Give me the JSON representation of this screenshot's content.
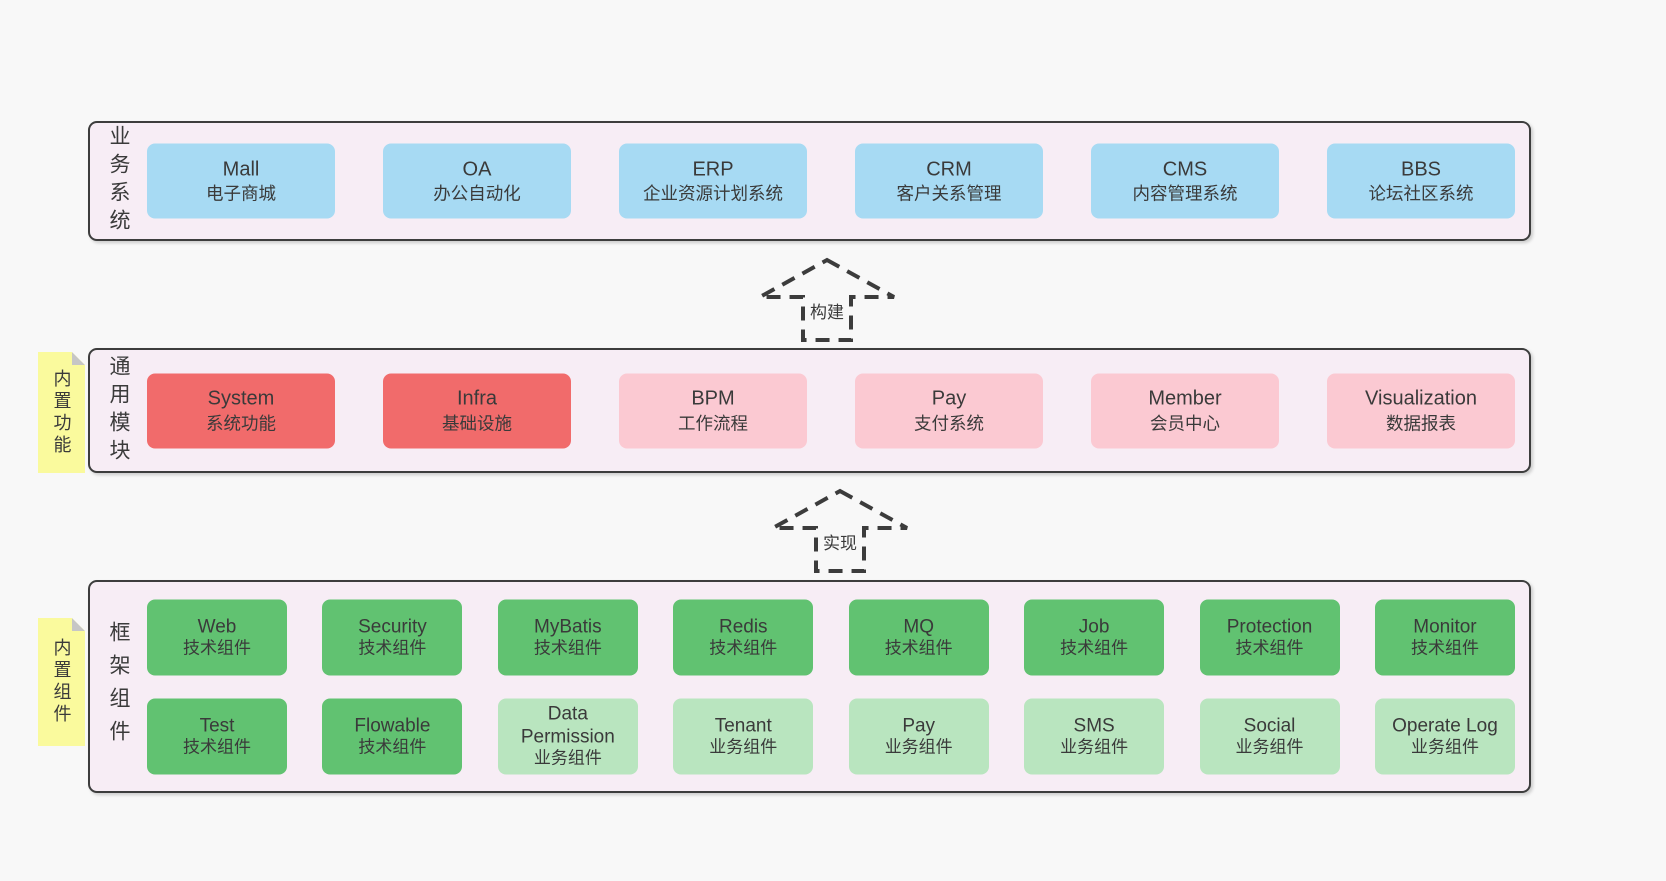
{
  "arrows": [
    {
      "label": "构建"
    },
    {
      "label": "实现"
    }
  ],
  "layers": [
    {
      "label": "业务系统",
      "boxes": [
        {
          "title": "Mall",
          "subtitle": "电子商城",
          "color": "#a7daf3"
        },
        {
          "title": "OA",
          "subtitle": "办公自动化",
          "color": "#a7daf3"
        },
        {
          "title": "ERP",
          "subtitle": "企业资源计划系统",
          "color": "#a7daf3"
        },
        {
          "title": "CRM",
          "subtitle": "客户关系管理",
          "color": "#a7daf3"
        },
        {
          "title": "CMS",
          "subtitle": "内容管理系统",
          "color": "#a7daf3"
        },
        {
          "title": "BBS",
          "subtitle": "论坛社区系统",
          "color": "#a7daf3"
        }
      ]
    },
    {
      "label": "通用模块",
      "note": "内置功能",
      "boxes": [
        {
          "title": "System",
          "subtitle": "系统功能",
          "color": "#f16b6b"
        },
        {
          "title": "Infra",
          "subtitle": "基础设施",
          "color": "#f16b6b"
        },
        {
          "title": "BPM",
          "subtitle": "工作流程",
          "color": "#fbc9d2"
        },
        {
          "title": "Pay",
          "subtitle": "支付系统",
          "color": "#fbc9d2"
        },
        {
          "title": "Member",
          "subtitle": "会员中心",
          "color": "#fbc9d2"
        },
        {
          "title": "Visualization",
          "subtitle": "数据报表",
          "color": "#fbc9d2"
        }
      ]
    },
    {
      "label": "框架组件",
      "note": "内置组件",
      "boxes": [
        {
          "title": "Web",
          "subtitle": "技术组件",
          "color": "#61c271"
        },
        {
          "title": "Security",
          "subtitle": "技术组件",
          "color": "#61c271"
        },
        {
          "title": "MyBatis",
          "subtitle": "技术组件",
          "color": "#61c271"
        },
        {
          "title": "Redis",
          "subtitle": "技术组件",
          "color": "#61c271"
        },
        {
          "title": "MQ",
          "subtitle": "技术组件",
          "color": "#61c271"
        },
        {
          "title": "Job",
          "subtitle": "技术组件",
          "color": "#61c271"
        },
        {
          "title": "Protection",
          "subtitle": "技术组件",
          "color": "#61c271"
        },
        {
          "title": "Monitor",
          "subtitle": "技术组件",
          "color": "#61c271"
        },
        {
          "title": "Test",
          "subtitle": "技术组件",
          "color": "#61c271"
        },
        {
          "title": "Flowable",
          "subtitle": "技术组件",
          "color": "#61c271"
        },
        {
          "title": "Data Permission",
          "subtitle": "业务组件",
          "color": "#b9e5bf"
        },
        {
          "title": "Tenant",
          "subtitle": "业务组件",
          "color": "#b9e5bf"
        },
        {
          "title": "Pay",
          "subtitle": "业务组件",
          "color": "#b9e5bf"
        },
        {
          "title": "SMS",
          "subtitle": "业务组件",
          "color": "#b9e5bf"
        },
        {
          "title": "Social",
          "subtitle": "业务组件",
          "color": "#b9e5bf"
        },
        {
          "title": "Operate Log",
          "subtitle": "业务组件",
          "color": "#b9e5bf"
        }
      ]
    }
  ],
  "colors": {
    "page_bg": "#f8f8f8",
    "layer_bg": "#f7edf5",
    "layer_border": "#3d3d3d",
    "business_box": "#a7daf3",
    "core_module_box": "#f16b6b",
    "optional_module_box": "#fbc9d2",
    "tech_component_box": "#61c271",
    "biz_component_box": "#b9e5bf",
    "sticky_note": "#fafa9d",
    "note_fold": "#c6c6c6",
    "text": "#3a3a3a"
  }
}
